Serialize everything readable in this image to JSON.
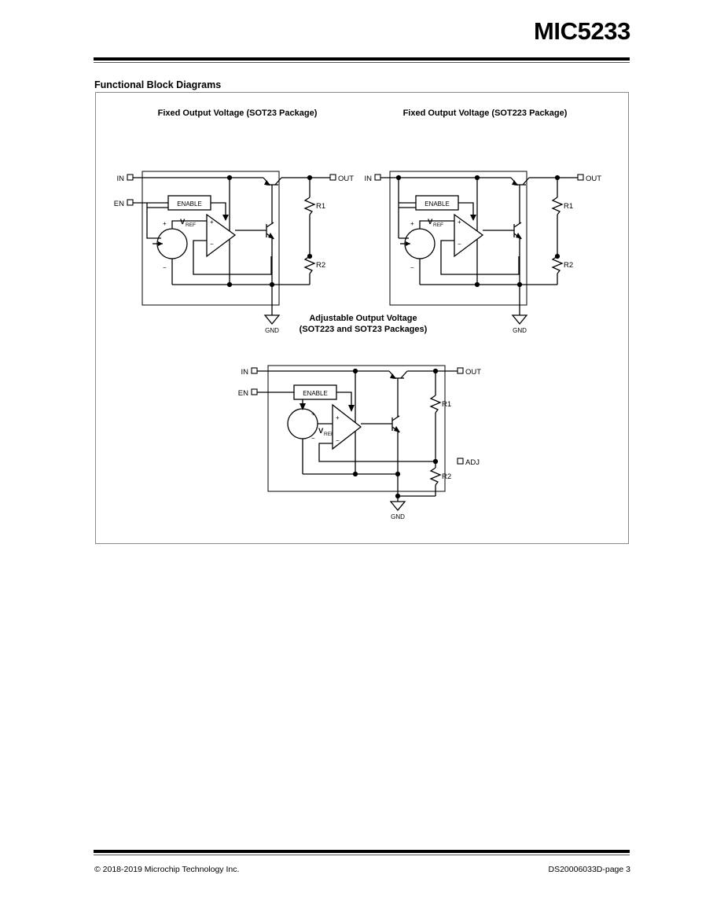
{
  "document": {
    "part_number": "MIC5233",
    "section_title": "Functional Block Diagrams"
  },
  "footer": {
    "copyright": "© 2018-2019 Microchip Technology Inc.",
    "doc_id": "DS20006033D-page 3"
  },
  "diagrams": [
    {
      "id": "fixed-sot23",
      "caption_line1": "Fixed Output Voltage (SOT23 Package)",
      "caption_line2": "",
      "pins": [
        "IN",
        "EN",
        "OUT",
        "GND"
      ],
      "blocks": [
        "ENABLE"
      ],
      "source_label": "V",
      "source_sub": "REF",
      "resistors": [
        "R1",
        "R2"
      ],
      "opamp_inputs": [
        "+",
        "−"
      ],
      "source_terminals": [
        "+",
        "−"
      ]
    },
    {
      "id": "fixed-sot223",
      "caption_line1": "Fixed Output Voltage (SOT223 Package)",
      "caption_line2": "",
      "pins": [
        "IN",
        "OUT",
        "GND"
      ],
      "blocks": [
        "ENABLE"
      ],
      "source_label": "V",
      "source_sub": "REF",
      "resistors": [
        "R1",
        "R2"
      ],
      "opamp_inputs": [
        "+",
        "−"
      ],
      "source_terminals": [
        "+",
        "−"
      ]
    },
    {
      "id": "adjustable",
      "caption_line1": "Adjustable Output Voltage",
      "caption_line2": "(SOT223 and SOT23 Packages)",
      "pins": [
        "IN",
        "EN",
        "OUT",
        "ADJ",
        "GND"
      ],
      "blocks": [
        "ENABLE"
      ],
      "source_label": "V",
      "source_sub": "REF",
      "resistors": [
        "R1",
        "R2"
      ],
      "opamp_inputs": [
        "+",
        "−"
      ],
      "source_terminals": [
        "+",
        "−"
      ]
    }
  ],
  "colors": {
    "ink": "#000000",
    "rule": "#555555",
    "frame": "#888888"
  }
}
